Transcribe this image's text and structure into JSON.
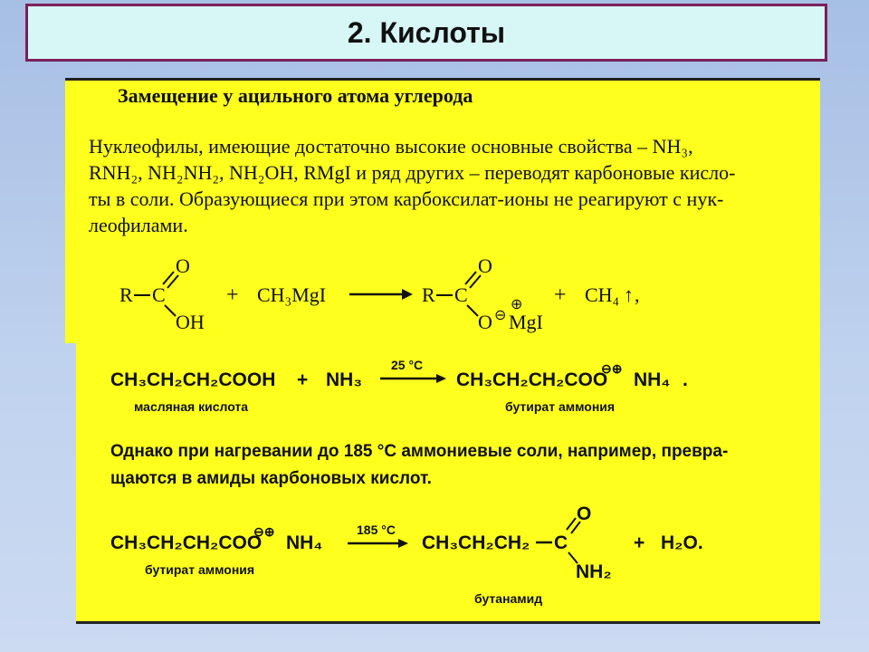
{
  "title": "2. Кислоты",
  "section": {
    "heading": "Замещение у ацильного атома углерода",
    "paragraph": "Нуклеофилы, имеющие достаточно высокие основные свойства – NH₃,\nRNH₂, NH₂NH₂, NH₂OH, RMgI и ряд других – переводят карбоновые кисло-\nты в соли. Образующиеся при этом карбоксилат-ионы не реагируют с нук-\nлеофилами."
  },
  "reaction1": {
    "r_left": "R",
    "c_left": "C",
    "o_top_left": "O",
    "oh": "OH",
    "plus1": "+",
    "reagent": "CH₃MgI",
    "r_right": "R",
    "c_right": "C",
    "o_top_right": "O",
    "o_anion": "O",
    "minus_sign": "⊖",
    "plus_sign": "⊕",
    "mgi": "MgI",
    "plus2": "+",
    "methane": "CH₄",
    "gas_arrow": "↑",
    "comma": ","
  },
  "reaction2": {
    "acid": "CH₃CH₂CH₂COOH",
    "acid_name": "масляная кислота",
    "plus": "+",
    "ammonia": "NH₃",
    "condition": "25 °C",
    "product": "CH₃CH₂CH₂COO",
    "charges": "⊖⊕",
    "nh4": "NH₄",
    "period": ".",
    "product_name": "бутират аммония"
  },
  "paragraph2": "Однако при нагревании до 185 °C аммониевые соли, например, превра-\nщаются в амиды карбоновых кислот.",
  "reaction3": {
    "salt": "CH₃CH₂CH₂COO",
    "charges": "⊖⊕",
    "nh4": "NH₄",
    "salt_name": "бутират аммония",
    "condition": "185 °C",
    "chain": "CH₃CH₂CH₂",
    "c": "C",
    "o": "O",
    "nh2": "NH₂",
    "amide_name": "бутанамид",
    "plus": "+",
    "water": "H₂O."
  }
}
